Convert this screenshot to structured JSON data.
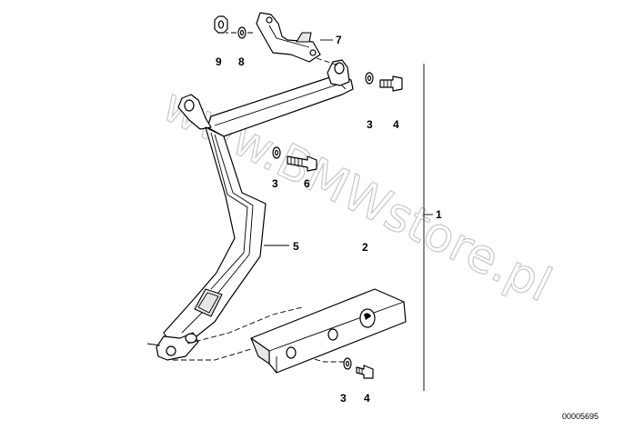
{
  "labels": {
    "l1": "1",
    "l2": "2",
    "l3a": "3",
    "l3b": "3",
    "l3c": "3",
    "l4a": "4",
    "l4b": "4",
    "l5": "5",
    "l6": "6",
    "l7": "7",
    "l8": "8",
    "l9": "9"
  },
  "watermark": "www.BMWstore.pl",
  "diagram_code": "00005695"
}
